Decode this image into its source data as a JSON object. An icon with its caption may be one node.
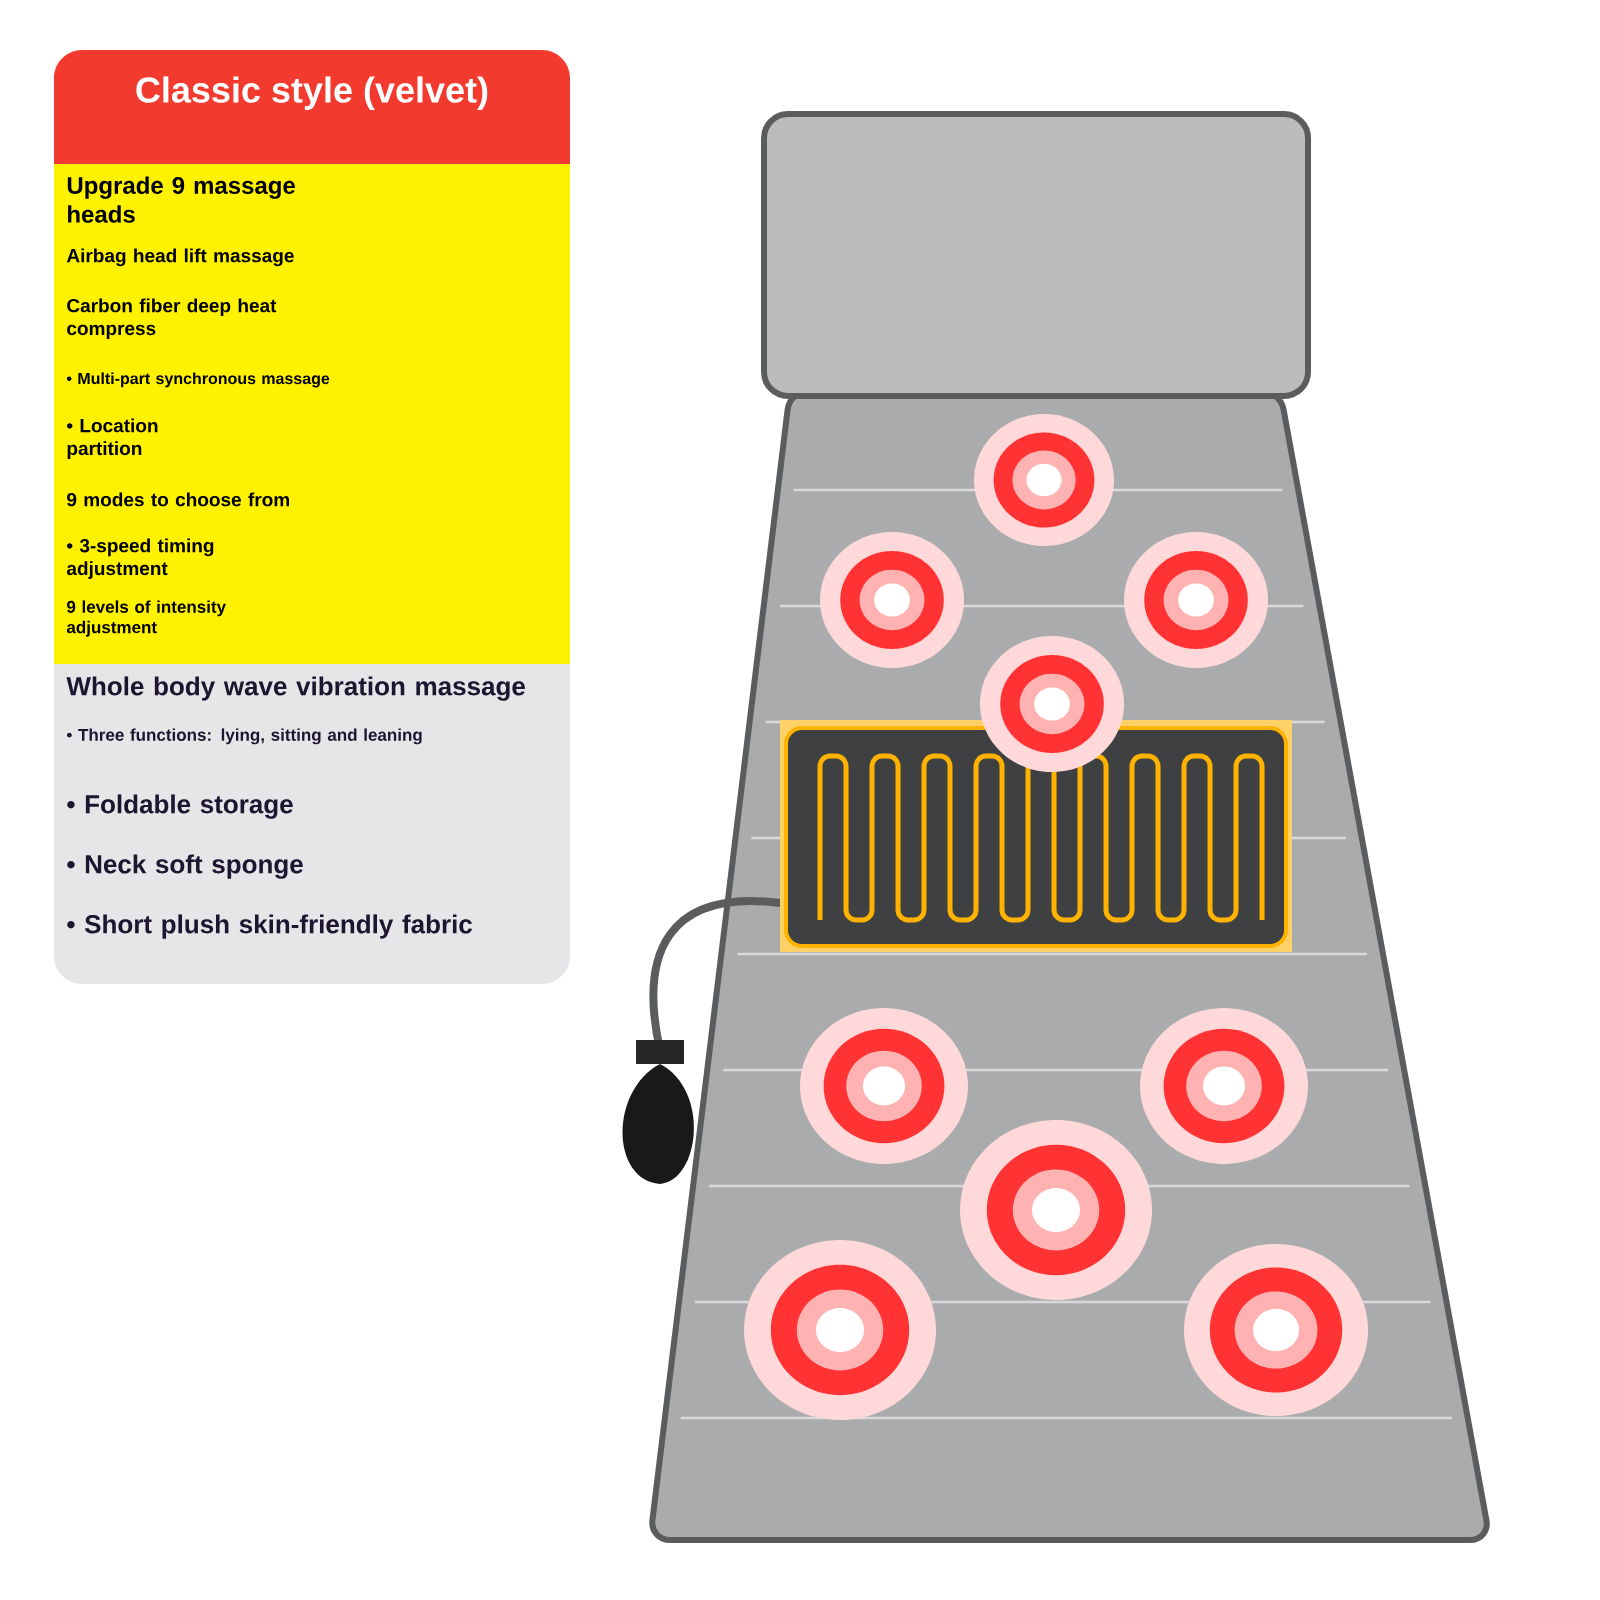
{
  "diagram": {
    "nodes": [
      {
        "text": [
          "Classic style (velvet)"
        ]
      },
      {
        "text": [
          "Upgrade 9 massage heads",
          "Airbag head lift massage",
          "Carbon fiber deep heat compress",
          "• Multi-part synchronous massage",
          "• Location partition",
          "9 modes to choose from",
          "• 3-speed timing adjustment",
          "9 levels of intensity adjustment"
        ]
      },
      {
        "text": [
          "Whole body wave vibration massage",
          "• Three functions: lying, sitting and leaning",
          "• Foldable storage",
          "• Neck soft sponge",
          "• Short plush skin-friendly fabric"
        ]
      }
    ]
  }
}
